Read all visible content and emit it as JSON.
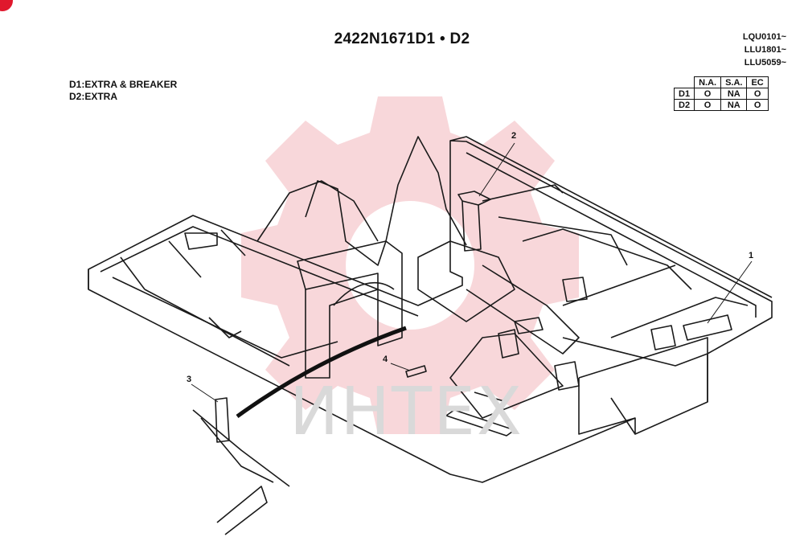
{
  "title": "2422N1671D1 • D2",
  "serials": [
    "LQU0101~",
    "LLU1801~",
    "LLU5059~"
  ],
  "notes": [
    "D1:EXTRA & BREAKER",
    "D2:EXTRA"
  ],
  "applicability": {
    "headers": [
      "N.A.",
      "S.A.",
      "EC"
    ],
    "rows": [
      {
        "label": "D1",
        "cells": [
          "O",
          "NA",
          "O"
        ]
      },
      {
        "label": "D2",
        "cells": [
          "O",
          "NA",
          "O"
        ]
      }
    ]
  },
  "callouts": [
    "1",
    "2",
    "3",
    "4"
  ],
  "watermark": "ИНТЕХ",
  "colors": {
    "watermark": "#f6c9cd",
    "logo": "#e0182d",
    "line": "#1a1a1a"
  }
}
